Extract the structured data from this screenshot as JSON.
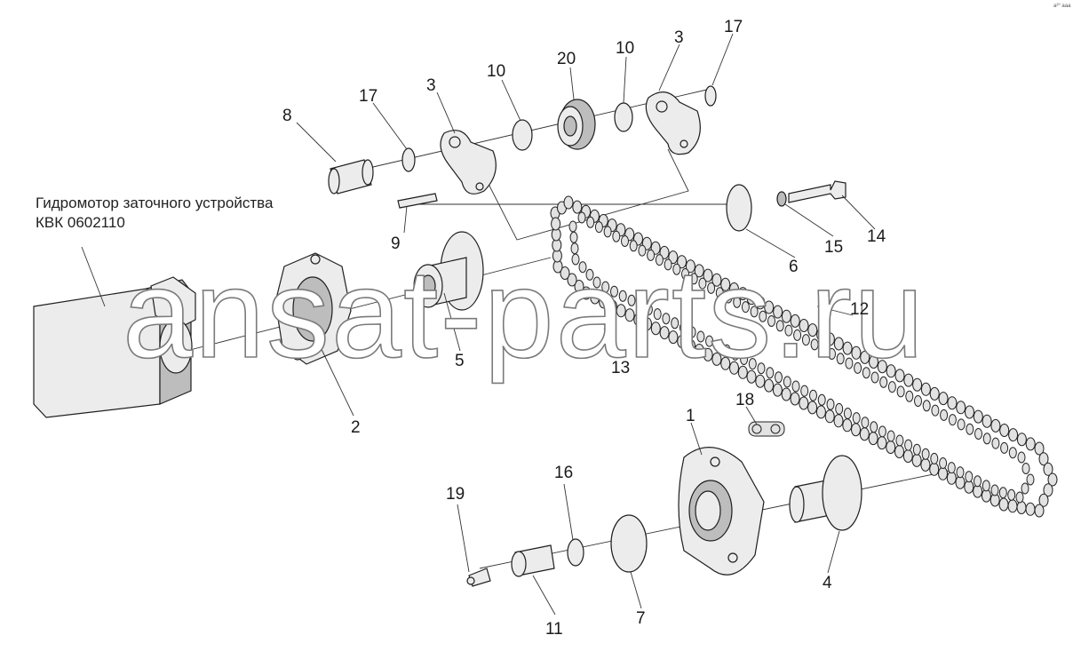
{
  "caption": {
    "line1": "Гидромотор заточного устройства",
    "line2": "КВК 0602110"
  },
  "watermark": "ansat-parts.ru",
  "corner_mark": "а²⁰ ааа",
  "callouts": {
    "c1": "1",
    "c2": "2",
    "c3a": "3",
    "c3b": "3",
    "c4": "4",
    "c5": "5",
    "c6": "6",
    "c7": "7",
    "c8": "8",
    "c9": "9",
    "c10a": "10",
    "c10b": "10",
    "c11": "11",
    "c12": "12",
    "c13": "13",
    "c14": "14",
    "c15": "15",
    "c16": "16",
    "c17a": "17",
    "c17b": "17",
    "c18": "18",
    "c19": "19",
    "c20": "20"
  }
}
